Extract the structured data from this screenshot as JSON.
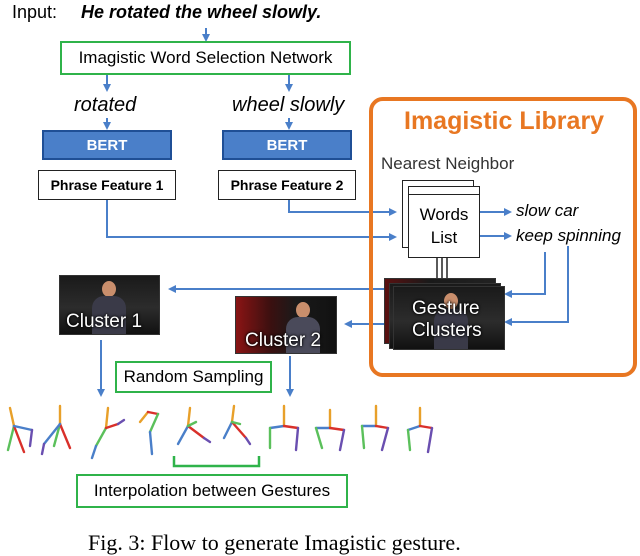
{
  "input": {
    "label": "Input:",
    "sentence": "He rotated the wheel slowly."
  },
  "word_selection_box": "Imagistic Word Selection Network",
  "phrases": {
    "left": "rotated",
    "right": "wheel slowly"
  },
  "bert": {
    "left": "BERT",
    "right": "BERT"
  },
  "features": {
    "left": "Phrase Feature 1",
    "right": "Phrase Feature 2"
  },
  "library": {
    "title": "Imagistic Library",
    "nearest_neighbor": "Nearest Neighbor",
    "words_list": [
      "Words",
      "List"
    ],
    "gesture_clusters": [
      "Gesture",
      "Clusters"
    ],
    "outputs": [
      "slow car",
      "keep spinning"
    ]
  },
  "clusters": {
    "left": "Cluster 1",
    "right": "Cluster 2"
  },
  "random_sampling_box": "Random Sampling",
  "interpolation_box": "Interpolation between Gestures",
  "caption": "Fig. 3: Flow to generate Imagistic gesture.",
  "colors": {
    "arrow": "#4a7fc9",
    "green": "#2fb34a",
    "orange": "#e87722",
    "bert_fill": "#4a7fc9"
  }
}
